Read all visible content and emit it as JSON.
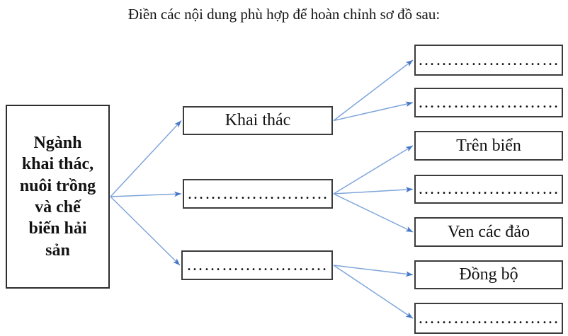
{
  "title": "Điền các nội dung phù hợp để hoàn chỉnh sơ đồ sau:",
  "diagram": {
    "root": {
      "id": "root",
      "label": "Ngành\nkhai thác,\nnuôi trồng\nvà chế\nbiến hải\nsản"
    },
    "level2": [
      {
        "id": "m1",
        "label": "Khai thác"
      },
      {
        "id": "m2",
        "label": "……………………"
      },
      {
        "id": "m3",
        "label": "……………………"
      }
    ],
    "level3": [
      {
        "id": "r1",
        "label": "……………………"
      },
      {
        "id": "r2",
        "label": "……………………"
      },
      {
        "id": "r3",
        "label": "Trên biển"
      },
      {
        "id": "r4",
        "label": "……………………"
      },
      {
        "id": "r5",
        "label": "Ven các đảo"
      },
      {
        "id": "r6",
        "label": "Đồng bộ"
      },
      {
        "id": "r7",
        "label": "……………………"
      }
    ],
    "edges": [
      {
        "from": "root",
        "to": "m1"
      },
      {
        "from": "root",
        "to": "m2"
      },
      {
        "from": "root",
        "to": "m3"
      },
      {
        "from": "m1",
        "to": "r1"
      },
      {
        "from": "m1",
        "to": "r2"
      },
      {
        "from": "m2",
        "to": "r3"
      },
      {
        "from": "m2",
        "to": "r4"
      },
      {
        "from": "m2",
        "to": "r5"
      },
      {
        "from": "m3",
        "to": "r6"
      },
      {
        "from": "m3",
        "to": "r7"
      }
    ],
    "arrow_line_color": "#7fa5d9",
    "arrowhead_color": "#4577c5"
  }
}
